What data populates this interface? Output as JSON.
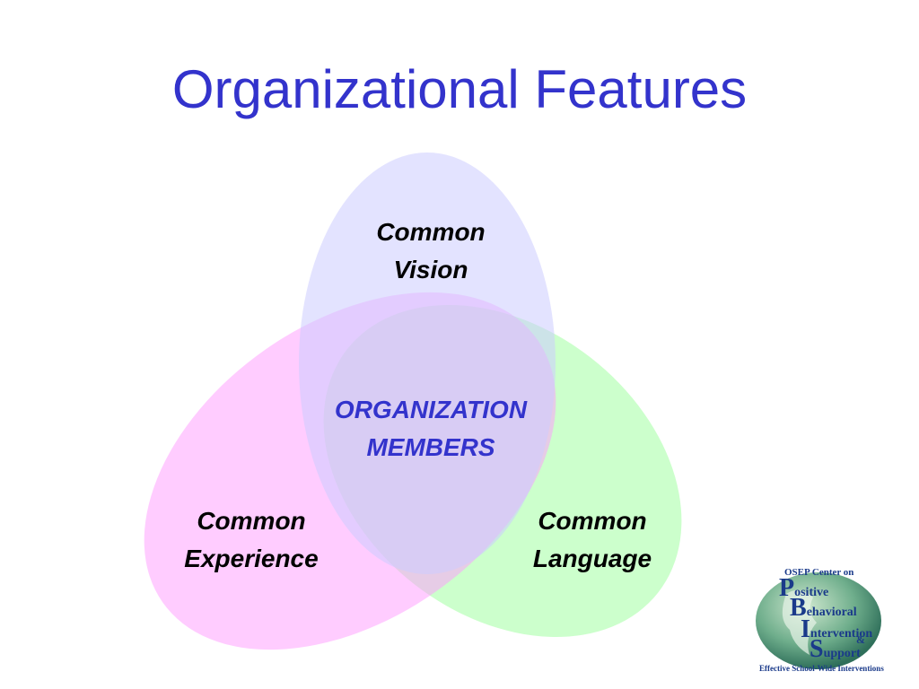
{
  "slide": {
    "title": "Organizational Features"
  },
  "diagram": {
    "top_label": [
      "Common",
      "Vision"
    ],
    "left_label": [
      "Common",
      "Experience"
    ],
    "right_label": [
      "Common",
      "Language"
    ],
    "center_label": [
      "ORGANIZATION",
      "MEMBERS"
    ],
    "colors": {
      "vision": "#ccccff",
      "experience": "#ff99ff",
      "language": "#99ff99",
      "title": "#3333cc"
    }
  },
  "logo": {
    "header": "OSEP Center on",
    "letters": [
      "P",
      "B",
      "I",
      "S"
    ],
    "words": [
      "ositive",
      "ehavioral",
      "ntervention",
      "upport"
    ],
    "ampersand": "&",
    "footer": "Effective School-Wide Interventions"
  }
}
